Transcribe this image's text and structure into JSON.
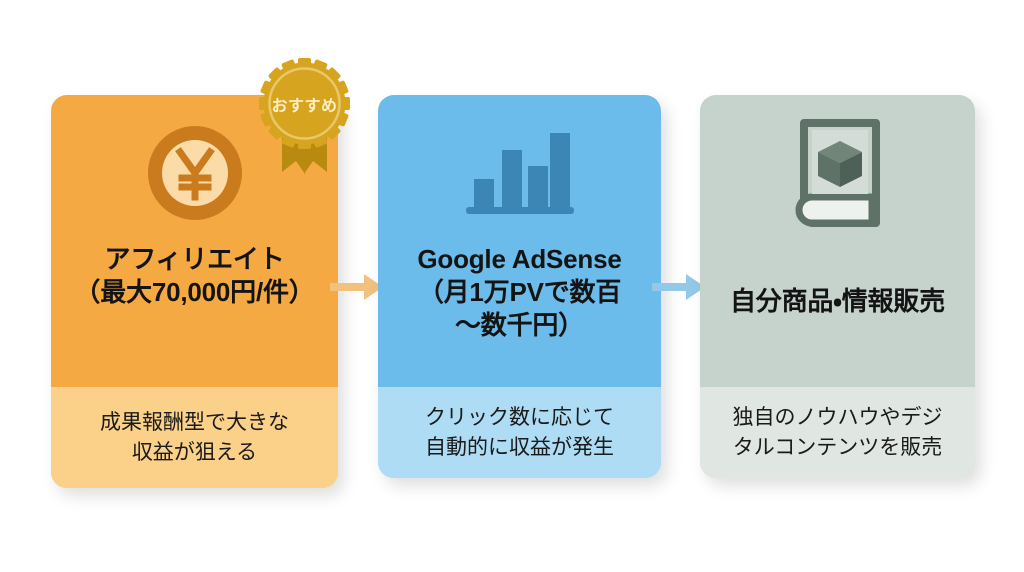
{
  "infographic": {
    "badge": {
      "label": "おすすめ",
      "icon": "ribbon-rosette-icon",
      "color": "#D6A41E"
    },
    "cards": [
      {
        "id": "affiliate",
        "icon": "yen-coin-icon",
        "title_lines": [
          "アフィリエイト",
          "（最大70,000円/件）"
        ],
        "note_lines": [
          "成果報酬型で大きな",
          "収益が狙える"
        ],
        "body_color": "#F5A943",
        "foot_color": "#FBD089",
        "accent_color": "#C97B1E"
      },
      {
        "id": "adsense",
        "icon": "bar-chart-icon",
        "title_lines": [
          "Google AdSense",
          "（月1万PVで数百",
          "〜数千円）"
        ],
        "note_lines": [
          "クリック数に応じて",
          "自動的に収益が発生"
        ],
        "body_color": "#6BBCEA",
        "foot_color": "#AEDCF5",
        "accent_color": "#3B86B5"
      },
      {
        "id": "ownproduct",
        "icon": "book-cube-icon",
        "title_lines": [
          "自分商品・情報販売"
        ],
        "note_lines": [
          "独自のノウハウやデジ",
          "タルコンテンツを販売"
        ],
        "body_color": "#C6D2CC",
        "foot_color": "#E0E7E3",
        "accent_color": "#5F7268"
      }
    ],
    "arrows": [
      {
        "id": "arrow-affiliate-to-adsense",
        "icon": "arrow-right-icon",
        "color": "#F3C17E"
      },
      {
        "id": "arrow-adsense-to-ownproduct",
        "icon": "arrow-right-icon",
        "color": "#93C9E8"
      }
    ]
  }
}
